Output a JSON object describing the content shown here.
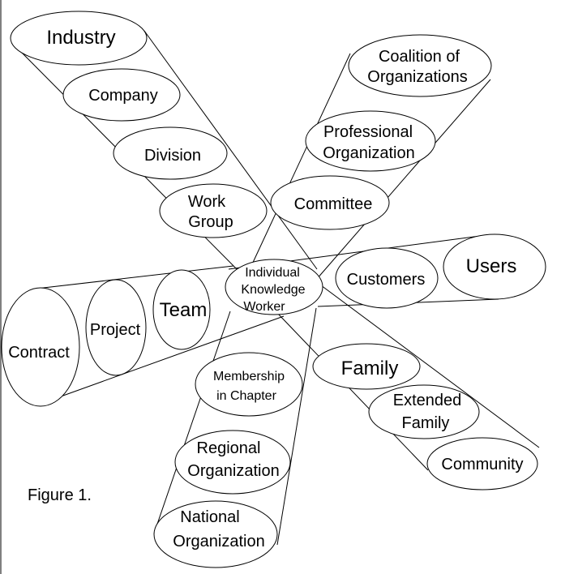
{
  "figure_caption": "Figure 1.",
  "nodes": {
    "industry": {
      "lines": [
        "Industry"
      ]
    },
    "company": {
      "lines": [
        "Company"
      ]
    },
    "division": {
      "lines": [
        "Division"
      ]
    },
    "work_group": {
      "lines": [
        "Work",
        "Group"
      ]
    },
    "coalition": {
      "lines": [
        "Coalition  of",
        "Organizations"
      ]
    },
    "professional_organization": {
      "lines": [
        "Professional",
        "Organization"
      ]
    },
    "committee": {
      "lines": [
        "Committee"
      ]
    },
    "individual": {
      "lines": [
        "Individual",
        "Knowledge",
        "Worker"
      ]
    },
    "customers": {
      "lines": [
        "Customers"
      ]
    },
    "users": {
      "lines": [
        "Users"
      ]
    },
    "team": {
      "lines": [
        "Team"
      ]
    },
    "project": {
      "lines": [
        "Project"
      ]
    },
    "contract": {
      "lines": [
        "Contract"
      ]
    },
    "family": {
      "lines": [
        "Family"
      ]
    },
    "extended_family": {
      "lines": [
        "Extended",
        "Family"
      ]
    },
    "community": {
      "lines": [
        "Community"
      ]
    },
    "membership": {
      "lines": [
        "Membership",
        "in Chapter"
      ]
    },
    "regional": {
      "lines": [
        "Regional",
        "Organization"
      ]
    },
    "national": {
      "lines": [
        "National",
        "Organization"
      ]
    }
  },
  "colors": {
    "stroke": "#000000",
    "background": "#ffffff"
  }
}
